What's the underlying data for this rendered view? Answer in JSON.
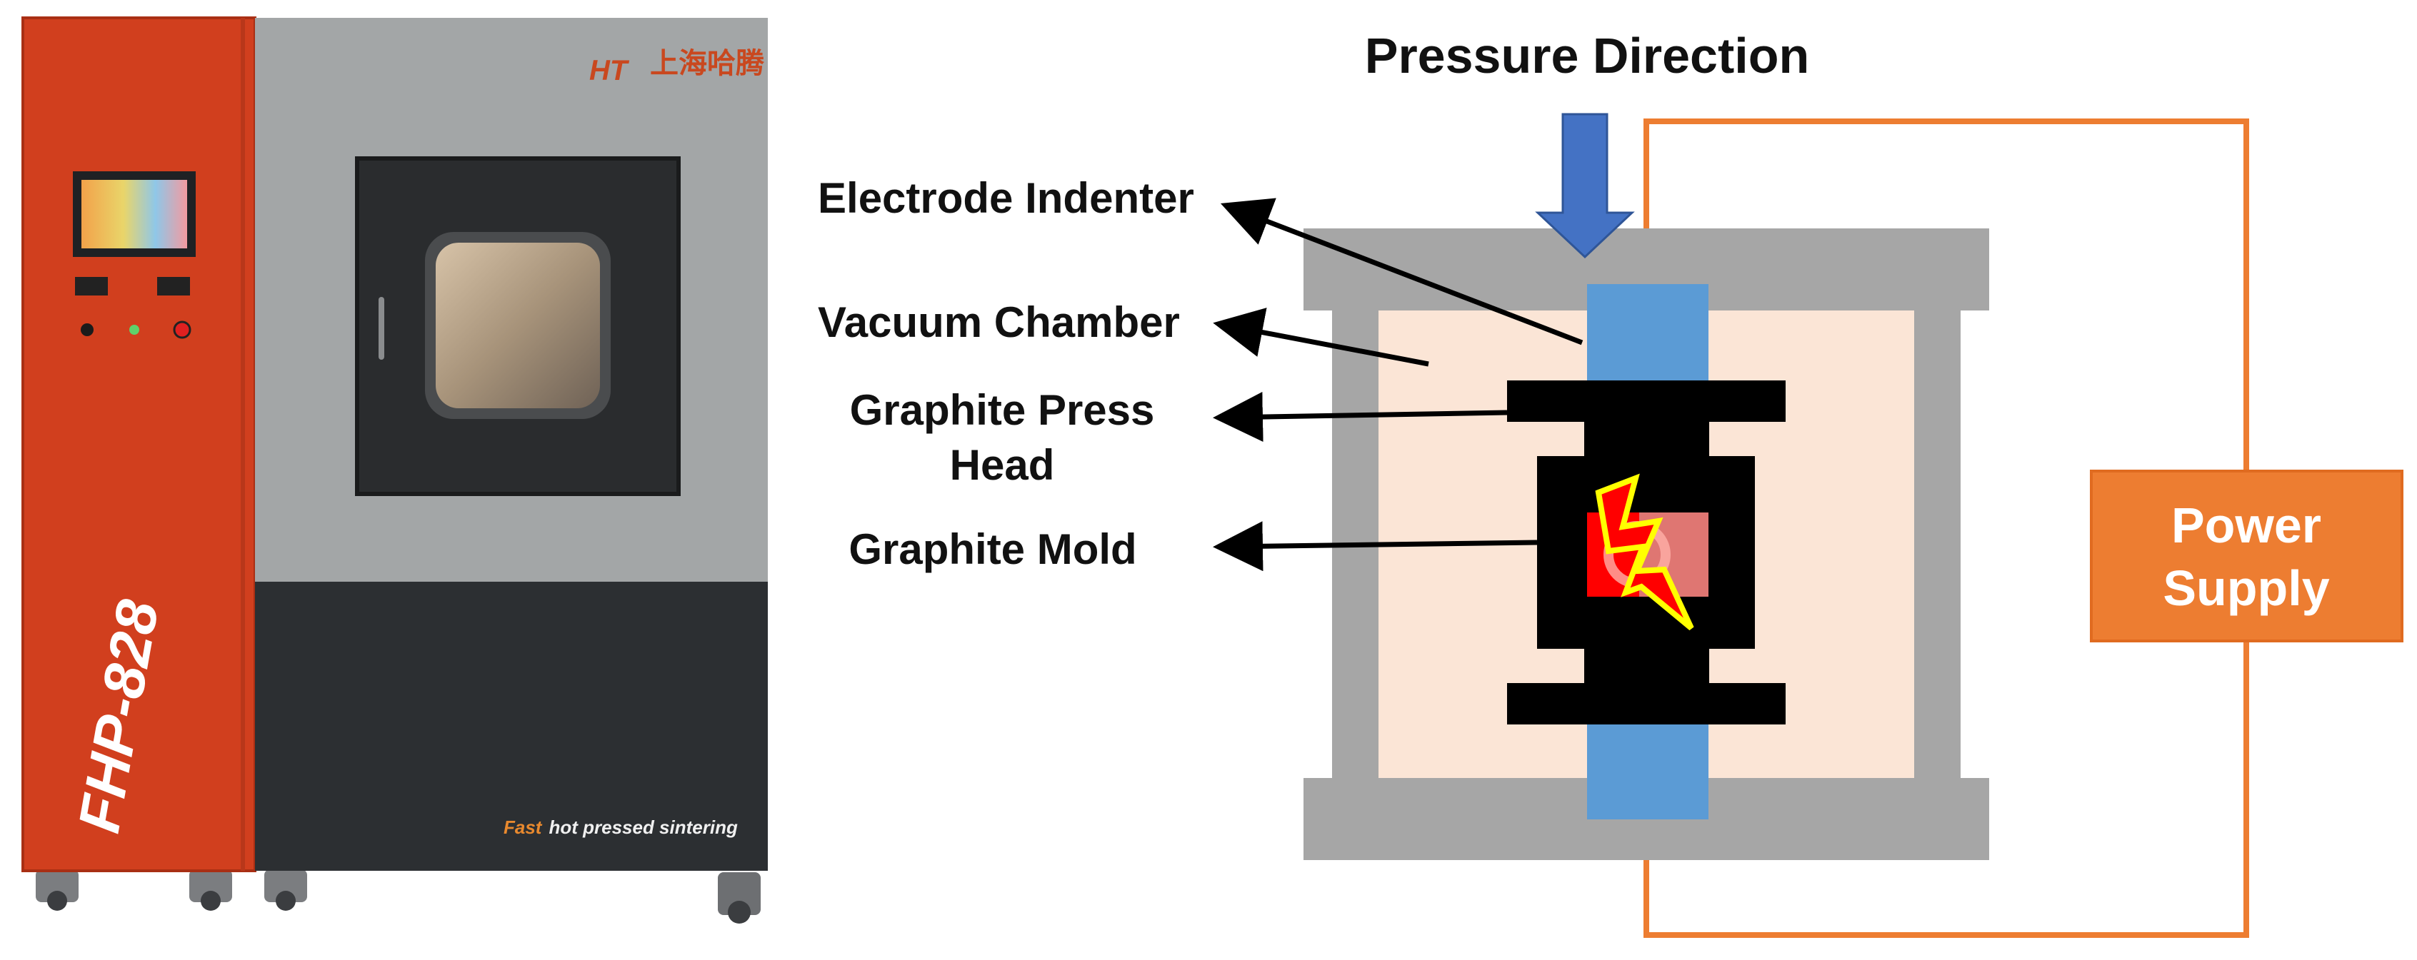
{
  "machine": {
    "model": "FHP-828",
    "tagline_accent": "Fast",
    "tagline_rest": "hot pressed sintering",
    "brand_cn": "上海哈腾",
    "brand_logo": "HT"
  },
  "schematic": {
    "title": "Pressure Direction",
    "labels": {
      "electrode": "Electrode Indenter",
      "chamber": "Vacuum Chamber",
      "press_line1": "Graphite Press",
      "press_line2": "Head",
      "mold": "Graphite Mold"
    },
    "power_line1": "Power",
    "power_line2": "Supply"
  },
  "colors": {
    "machine_red": "#d13f1e",
    "machine_gray": "#a3a6a7",
    "machine_dark": "#2c2f32",
    "chamber_frame": "#a6a6a6",
    "chamber_fill": "#fbe5d6",
    "electrode": "#5b9bd5",
    "arrow_blue": "#4472c4",
    "power": "#ed7d31",
    "graphite": "#000000",
    "spark": "#ffff00",
    "sample": "#ff0000"
  },
  "icons": [
    "pressure-arrow-icon",
    "spark-icon",
    "camera-ui-icon"
  ]
}
